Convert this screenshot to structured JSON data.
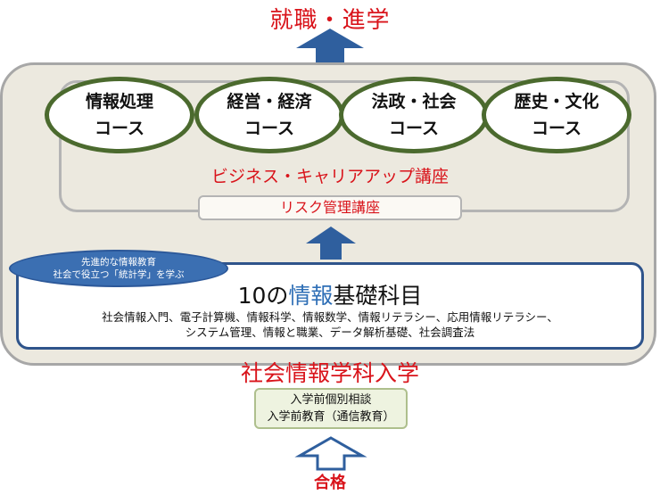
{
  "top_title": "就職・進学",
  "courses": [
    {
      "label": "情報処理\nコース"
    },
    {
      "label": "経営・経済\nコース"
    },
    {
      "label": "法政・社会\nコース"
    },
    {
      "label": "歴史・文化\nコース"
    }
  ],
  "business_course": "ビジネス・キャリアアップ講座",
  "risk_course": "リスク管理講座",
  "advanced_badge": {
    "line1": "先進的な情報教育",
    "line2": "社会で役立つ「統計学」を学ぶ"
  },
  "foundation": {
    "prefix": "10の",
    "highlight": "情報",
    "suffix": "基礎科目",
    "subjects": "社会情報入門、電子計算機、情報科学、情報数学、情報リテラシー、応用情報リテラシー、\nシステム管理、情報と職業、データ解析基礎、社会調査法"
  },
  "enrollment": "社会情報学科入学",
  "pre_enrollment": {
    "line1": "入学前個別相談",
    "line2": "入学前教育（通信教育）"
  },
  "pass": "合格",
  "colors": {
    "red_text": "#d9141b",
    "arrow_blue": "#2f5f9e",
    "course_border": "#4b6a2e",
    "panel_bg": "#ece9df",
    "foundation_border": "#2f548b",
    "badge_blue": "#3b6fb2"
  },
  "icons": [
    "up-arrow-icon",
    "outline-up-arrow-icon"
  ]
}
